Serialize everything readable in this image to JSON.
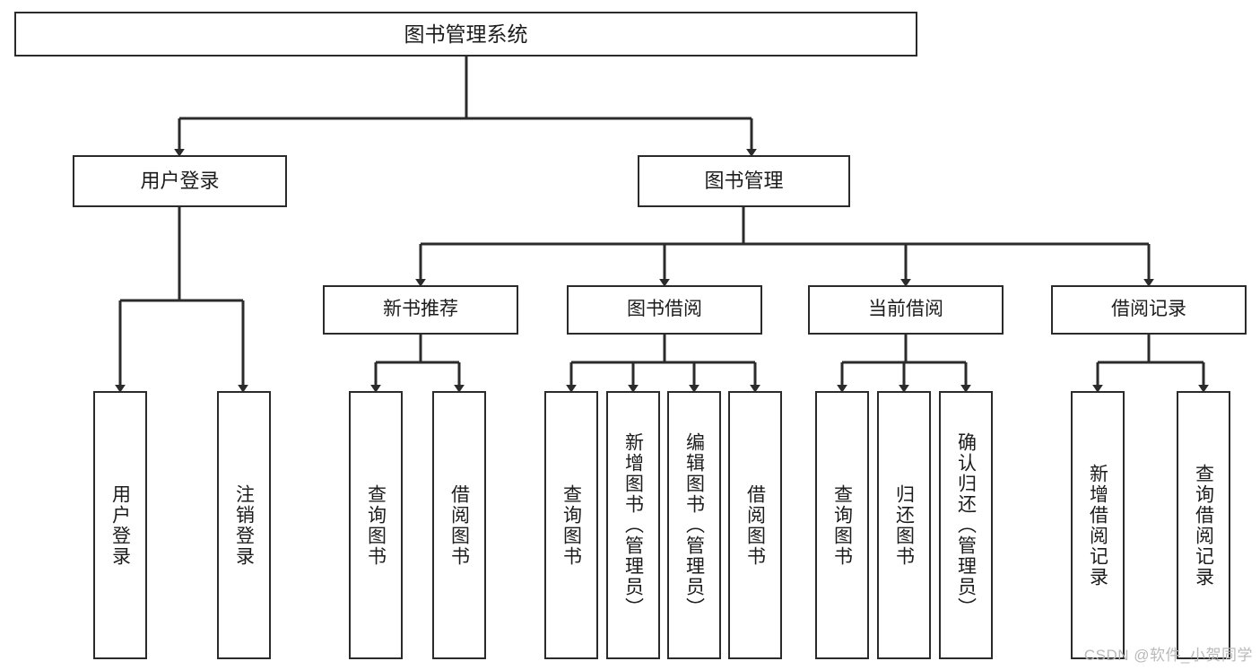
{
  "diagram": {
    "title": "图书管理系统",
    "type": "功能结构图",
    "watermark": "CSDN @软件_小贺同学",
    "colors": {
      "stroke": "#2b2b2b",
      "fill": "#ffffff",
      "text": "#1c1c1c",
      "watermark": "#b9b9b9"
    }
  },
  "nodes": {
    "root": {
      "label": "图书管理系统",
      "level": 0,
      "orientation": "horizontal"
    },
    "user_login": {
      "label": "用户登录",
      "level": 1,
      "orientation": "horizontal"
    },
    "book_manage": {
      "label": "图书管理",
      "level": 1,
      "orientation": "horizontal"
    },
    "new_book_rec": {
      "label": "新书推荐",
      "level": 2,
      "orientation": "horizontal"
    },
    "book_borrow": {
      "label": "图书借阅",
      "level": 2,
      "orientation": "horizontal"
    },
    "current_borrow": {
      "label": "当前借阅",
      "level": 2,
      "orientation": "horizontal"
    },
    "borrow_record": {
      "label": "借阅记录",
      "level": 2,
      "orientation": "horizontal"
    },
    "leaf_user_login": {
      "label": "用户登录",
      "level": 2,
      "orientation": "vertical"
    },
    "leaf_logout": {
      "label": "注销登录",
      "level": 2,
      "orientation": "vertical"
    },
    "leaf_query_book_1": {
      "label": "查询图书",
      "level": 3,
      "orientation": "vertical"
    },
    "leaf_borrow_book_1": {
      "label": "借阅图书",
      "level": 3,
      "orientation": "vertical"
    },
    "leaf_query_book_2": {
      "label": "查询图书",
      "level": 3,
      "orientation": "vertical"
    },
    "leaf_add_book": {
      "label": "新增图书（管理员）",
      "level": 3,
      "orientation": "vertical"
    },
    "leaf_edit_book": {
      "label": "编辑图书（管理员）",
      "level": 3,
      "orientation": "vertical"
    },
    "leaf_borrow_book_2": {
      "label": "借阅图书",
      "level": 3,
      "orientation": "vertical"
    },
    "leaf_query_book_3": {
      "label": "查询图书",
      "level": 3,
      "orientation": "vertical"
    },
    "leaf_return_book": {
      "label": "归还图书",
      "level": 3,
      "orientation": "vertical"
    },
    "leaf_confirm_return": {
      "label": "确认归还（管理员）",
      "level": 3,
      "orientation": "vertical"
    },
    "leaf_add_record": {
      "label": "新增借阅记录",
      "level": 3,
      "orientation": "vertical"
    },
    "leaf_query_record": {
      "label": "查询借阅记录",
      "level": 3,
      "orientation": "vertical"
    }
  },
  "hierarchy": {
    "图书管理系统": [
      {
        "用户登录": [
          "用户登录",
          "注销登录"
        ]
      },
      {
        "图书管理": [
          {
            "新书推荐": [
              "查询图书",
              "借阅图书"
            ]
          },
          {
            "图书借阅": [
              "查询图书",
              "新增图书（管理员）",
              "编辑图书（管理员）",
              "借阅图书"
            ]
          },
          {
            "当前借阅": [
              "查询图书",
              "归还图书",
              "确认归还（管理员）"
            ]
          },
          {
            "借阅记录": [
              "新增借阅记录",
              "查询借阅记录"
            ]
          }
        ]
      }
    ]
  }
}
